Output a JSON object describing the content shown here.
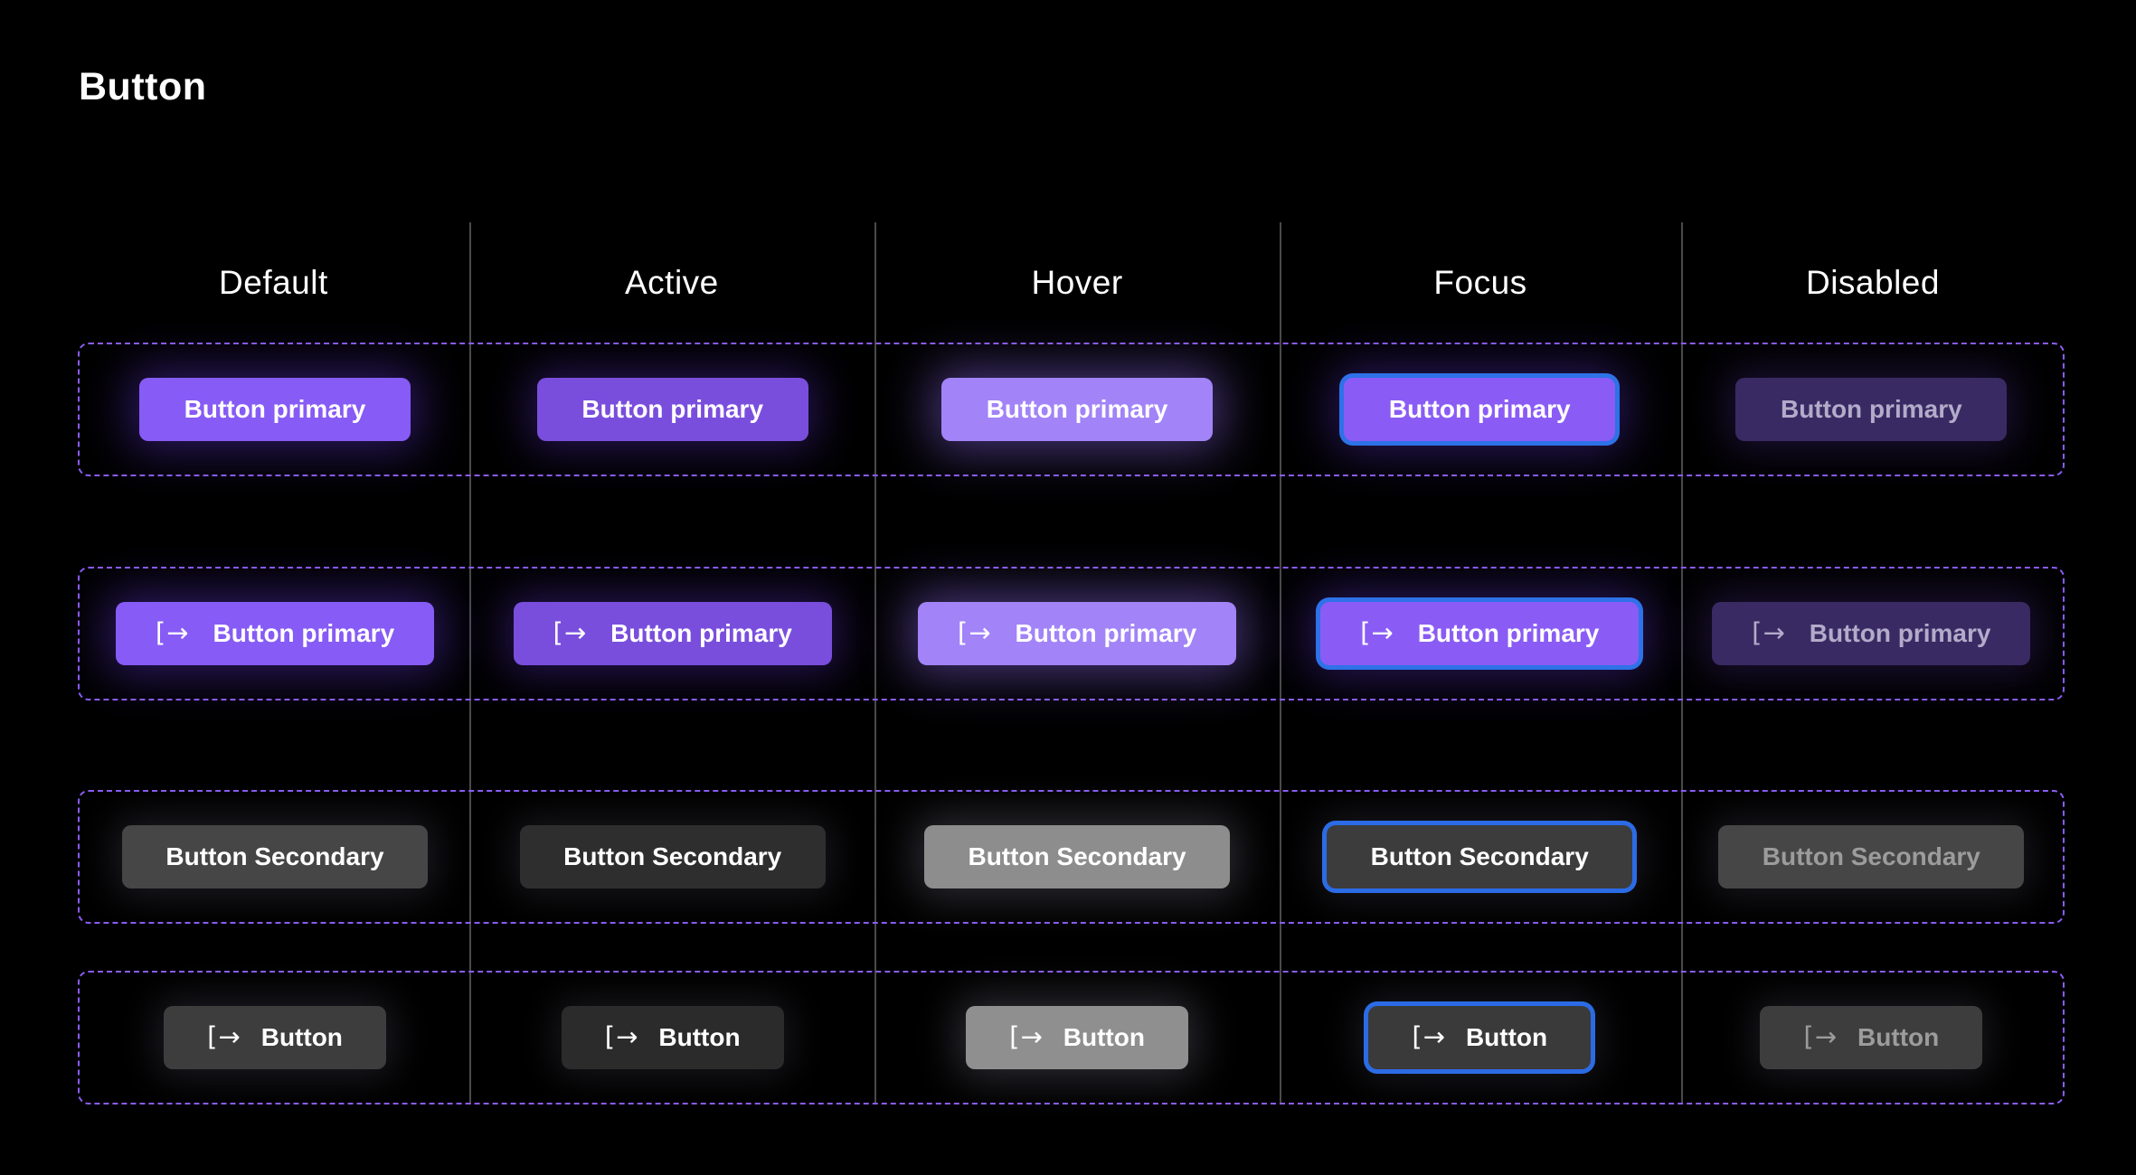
{
  "page": {
    "title": "Button"
  },
  "columns": [
    "Default",
    "Active",
    "Hover",
    "Focus",
    "Disabled"
  ],
  "icons": {
    "bracket_arrow_glyph": "[→"
  },
  "colors": {
    "background": "#000000",
    "primary_purple": "#875BF5",
    "primary_active": "#7A4EDD",
    "primary_hover": "#A283F8",
    "primary_disabled_bg": "#392A64",
    "primary_disabled_text": "#B3ABC9",
    "focus_ring_blue": "#2E72E8",
    "secondary_gray": "#464646",
    "secondary_active": "#2E2E2E",
    "secondary_hover": "#8D8D8D",
    "secondary_disabled_text": "#9C9C9C",
    "row_outline_purple": "#8B5CF6",
    "column_line_gray": "#4A4A4A"
  },
  "rows": [
    {
      "key": "primary",
      "style": "primary",
      "variants": [
        {
          "state": "default",
          "label": "Button primary"
        },
        {
          "state": "active",
          "label": "Button primary"
        },
        {
          "state": "hover",
          "label": "Button primary"
        },
        {
          "state": "focus",
          "label": "Button primary"
        },
        {
          "state": "disabled",
          "label": "Button primary"
        }
      ]
    },
    {
      "key": "primary-icon",
      "style": "primary",
      "icon": "bracket-arrow-icon",
      "variants": [
        {
          "state": "default",
          "label": "Button primary",
          "icon": true
        },
        {
          "state": "active",
          "label": "Button primary",
          "icon": true
        },
        {
          "state": "hover",
          "label": "Button primary",
          "icon": true
        },
        {
          "state": "focus",
          "label": "Button primary",
          "icon": true
        },
        {
          "state": "disabled",
          "label": "Button primary",
          "icon": true
        }
      ]
    },
    {
      "key": "secondary",
      "style": "secondary",
      "variants": [
        {
          "state": "default",
          "label": "Button Secondary"
        },
        {
          "state": "active",
          "label": "Button Secondary"
        },
        {
          "state": "hover",
          "label": "Button Secondary"
        },
        {
          "state": "focus",
          "label": "Button Secondary"
        },
        {
          "state": "disabled",
          "label": "Button Secondary"
        }
      ]
    },
    {
      "key": "button-icon",
      "style": "secondary",
      "icon": "bracket-arrow-icon",
      "variants": [
        {
          "state": "default",
          "label": "Button",
          "icon": true
        },
        {
          "state": "active",
          "label": "Button",
          "icon": true
        },
        {
          "state": "hover",
          "label": "Button",
          "icon": true
        },
        {
          "state": "focus",
          "label": "Button",
          "icon": true
        },
        {
          "state": "disabled",
          "label": "Button",
          "icon": true
        }
      ]
    }
  ]
}
